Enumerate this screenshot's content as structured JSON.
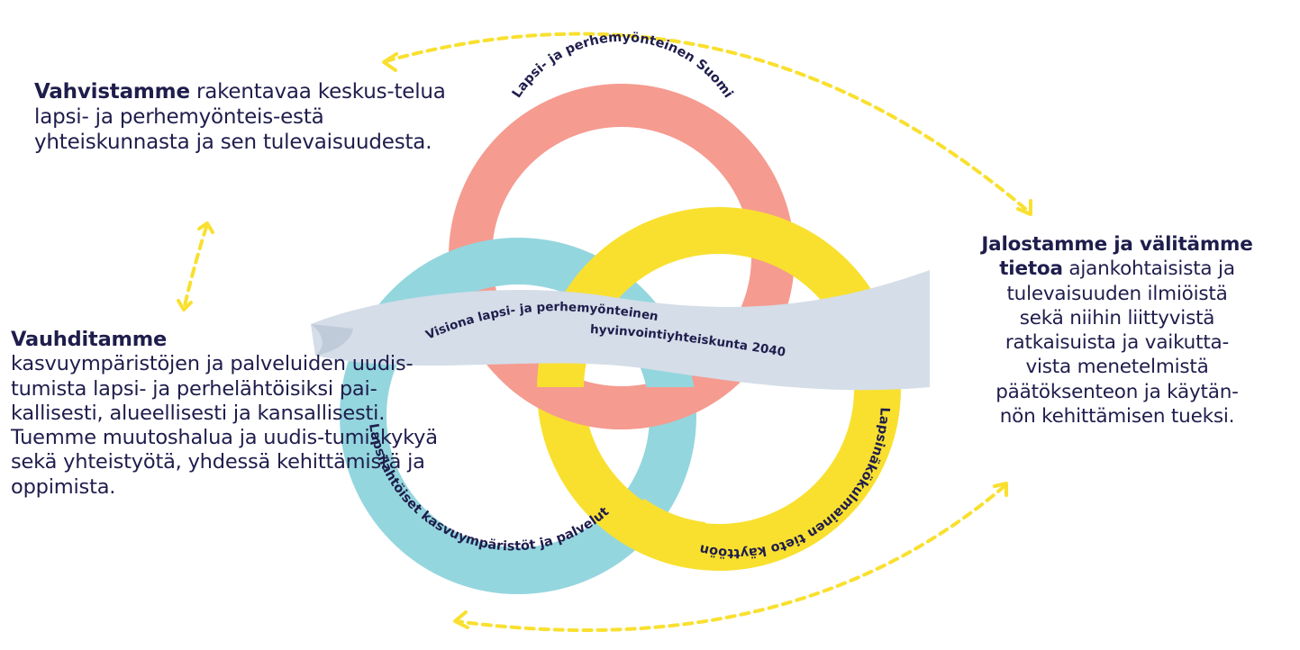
{
  "statements": {
    "top_left": {
      "bold": "Vahvistamme",
      "rest": " rakentavaa keskus-telua lapsi- ja perhemyönteis-estä yhteiskunnasta ja sen tulevaisuudesta."
    },
    "left": {
      "bold": "Vauhditamme",
      "rest": "kasvuympäristöjen ja palveluiden uudis-tumista lapsi- ja perhelähtöisiksi pai-kallisesti, alueellisesti ja kansallisesti. Tuemme muutoshalua ja uudis-tumiskykyä sekä yhteistyötä, yhdessä kehittämistä ja oppimista."
    },
    "right": {
      "bold_1": "Jalostamme ja välitämme",
      "bold_2": "tietoa",
      "line_2_rest": " ajankohtaisista ja",
      "line_3": "tulevaisuuden ilmiöistä",
      "line_4": "sekä niihin liittyvistä",
      "line_5": "ratkaisuista ja vaikutta-",
      "line_6": "vista menetelmistä",
      "line_7": "päätöksenteon ja käytän-",
      "line_8": "nön kehittämisen tueksi."
    }
  },
  "rings": {
    "top": {
      "label": "Lapsi- ja perhemyönteinen Suomi",
      "color": "#f59b90"
    },
    "left": {
      "label": "Lapsilähtöiset kasvuympäristöt ja palvelut",
      "color": "#94d6de"
    },
    "right": {
      "label": "Lapsinäkökulmainen tieto käyttöön",
      "color": "#f9e02f"
    }
  },
  "ribbon": {
    "line_1": "Visiona lapsi- ja perhemyönteinen",
    "line_2": "hyvinvointiyhteiskunta 2040",
    "color": "#d4dde8"
  },
  "arrows": {
    "color": "#f9e02f"
  }
}
